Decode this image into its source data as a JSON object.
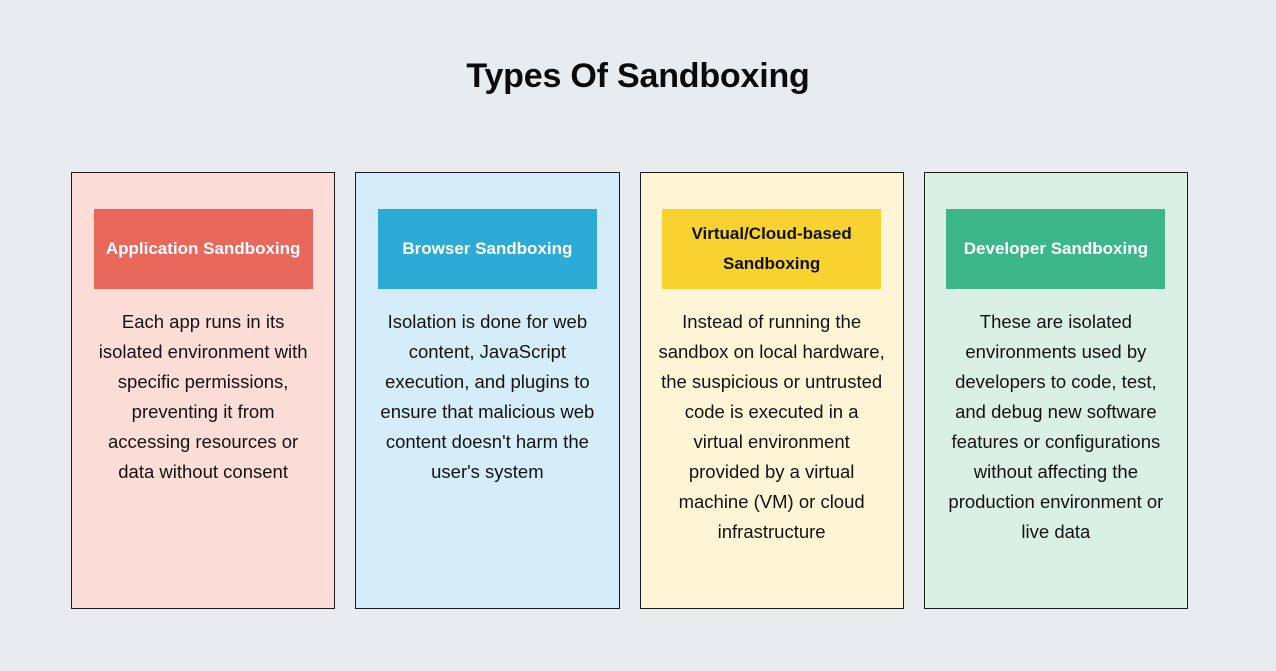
{
  "page": {
    "title": "Types Of Sandboxing",
    "background_color": "#e9ecee",
    "title_color": "#0b0b0b"
  },
  "cards": [
    {
      "id": "application-sandboxing",
      "header": "Application Sandboxing",
      "body": "Each app runs in its isolated environment with specific permissions, preventing it from accessing resources or data without consent",
      "card_bg": "#fdddd7",
      "header_bg": "#e8685c",
      "header_text_color": "#ffffff",
      "border_color": "#1b1b1b"
    },
    {
      "id": "browser-sandboxing",
      "header": "Browser Sandboxing",
      "body": "Isolation is done for web content, JavaScript execution, and plugins to ensure that malicious web content doesn't harm the user's system",
      "card_bg": "#d4edf9",
      "header_bg": "#2babd6",
      "header_text_color": "#ffffff",
      "border_color": "#1b1b1b"
    },
    {
      "id": "virtual-cloud-based-sandboxing",
      "header": "Virtual/Cloud-based Sandboxing",
      "body": "Instead of running the sandbox on local hardware, the suspicious or untrusted code is executed in a virtual environment provided by a virtual machine (VM) or cloud infrastructure",
      "card_bg": "#fef5d6",
      "header_bg": "#f8d22e",
      "header_text_color": "#111111",
      "border_color": "#1b1b1b"
    },
    {
      "id": "developer-sandboxing",
      "header": "Developer Sandboxing",
      "body": "These are isolated environments used by developers to code, test, and debug new software features or configurations without affecting the production environment or live data",
      "card_bg": "#daf0e4",
      "header_bg": "#3bb789",
      "header_text_color": "#ffffff",
      "border_color": "#1b1b1b"
    }
  ]
}
